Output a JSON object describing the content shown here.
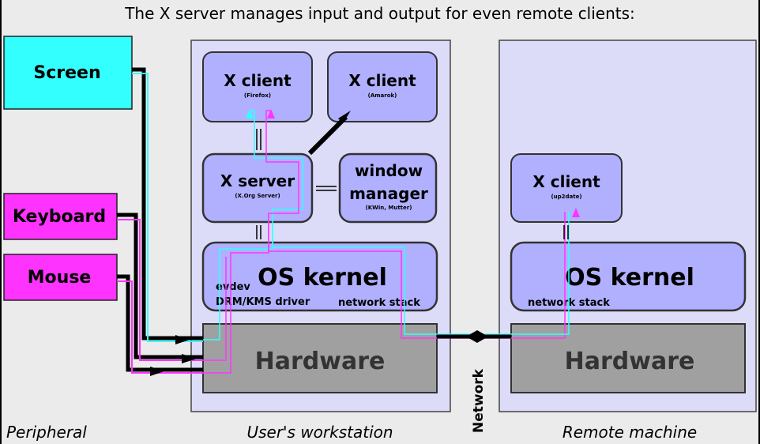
{
  "title": "The X server manages input and output for even remote clients:",
  "peripherals": {
    "screen": "Screen",
    "keyboard": "Keyboard",
    "mouse": "Mouse"
  },
  "workstation": {
    "x_client_1": {
      "label": "X client",
      "sub": "(Firefox)"
    },
    "x_client_2": {
      "label": "X client",
      "sub": "(Amarok)"
    },
    "x_server": {
      "label": "X server",
      "sub": "(X.Org Server)"
    },
    "window_manager": {
      "line1": "window",
      "line2": "manager",
      "sub": "(KWin, Mutter)"
    },
    "os_kernel": "OS kernel",
    "evdev": "evdev",
    "drm": "DRM/KMS driver",
    "network_stack": "network stack",
    "hardware": "Hardware"
  },
  "remote": {
    "x_client": {
      "label": "X client",
      "sub": "(up2date)"
    },
    "os_kernel": "OS kernel",
    "network_stack": "network stack",
    "hardware": "Hardware"
  },
  "network_label": "Network",
  "footer": {
    "peripheral": "Peripheral",
    "workstation": "User's workstation",
    "remote": "Remote machine"
  },
  "colors": {
    "cyan_box": "#33ffff",
    "magenta_box": "#ff33ff",
    "region_fill": "#dcdcf8",
    "component_fill": "#b0b0ff",
    "hardware_fill": "#a0a0a0",
    "cyan_line": "#33ffff",
    "magenta_line": "#ff33ff"
  }
}
